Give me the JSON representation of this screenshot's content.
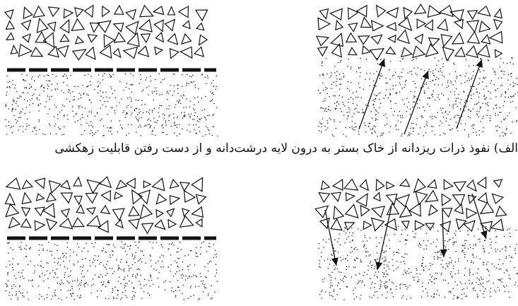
{
  "caption_a": "الف) نفوذ ذرات ریزدانه از خاک بستر به درون لایه درشت‌دانه و از دست رفتن قابلیت زهکشی",
  "panels": [
    {
      "id": "top-left",
      "geotextile": true,
      "arrows": "none"
    },
    {
      "id": "top-right",
      "geotextile": false,
      "arrows": "up"
    },
    {
      "id": "bottom-left",
      "geotextile": true,
      "arrows": "none"
    },
    {
      "id": "bottom-right",
      "geotextile": false,
      "arrows": "down"
    }
  ],
  "colors": {
    "ink": "#111111",
    "background": "#ffffff"
  }
}
